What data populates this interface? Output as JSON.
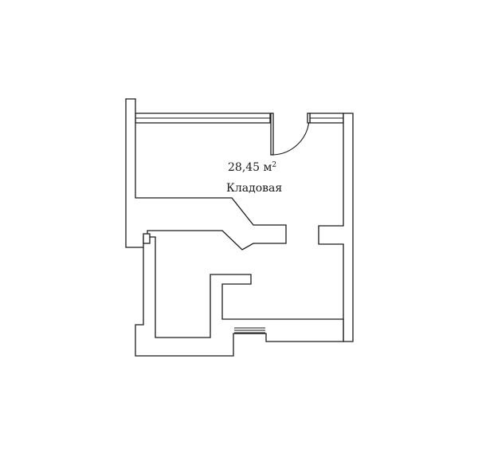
{
  "room": {
    "area_value": "28,45 м",
    "area_exponent": "2",
    "name": "Кладовая"
  }
}
